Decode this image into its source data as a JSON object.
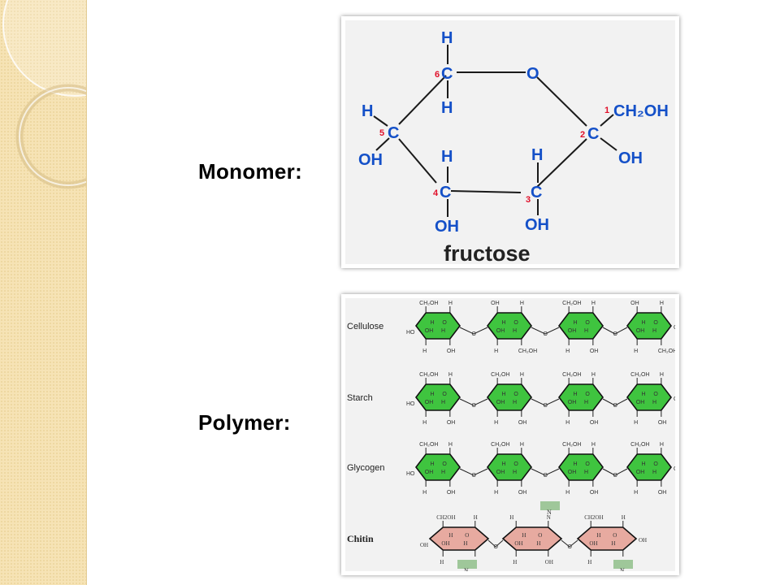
{
  "labels": {
    "monomer": "Monomer:",
    "polymer": "Polymer:"
  },
  "fructose": {
    "caption": "fructose",
    "atoms": {
      "c1_h": "H",
      "c6": "C",
      "ring_o": "O",
      "c6_h": "H",
      "c5_h": "H",
      "c5": "C",
      "c5_oh": "OH",
      "c2": "C",
      "c2_sub": "CH₂OH",
      "c2_oh": "OH",
      "c4_h": "H",
      "c4": "C",
      "c4_oh": "OH",
      "c3_h": "H",
      "c3": "C",
      "c3_oh": "OH"
    },
    "numbers": {
      "n1": "1",
      "n2": "2",
      "n3": "3",
      "n4": "4",
      "n5": "5",
      "n6": "6"
    }
  },
  "polymers": {
    "rows": [
      {
        "name": "Cellulose"
      },
      {
        "name": "Starch"
      },
      {
        "name": "Glycogen"
      },
      {
        "name": "Chitin"
      }
    ],
    "ring_labels": {
      "ch2oh_a": "CH₂OH",
      "ch2oh_b": "CH2OH",
      "h": "H",
      "oh": "OH",
      "o": "O",
      "ho": "HO",
      "n": "N"
    }
  },
  "colors": {
    "atom_blue": "#1450c8",
    "number_red": "#e0102a",
    "ring_green": "#3fc43f",
    "ring_pink": "#e7aaa0",
    "chitin_tag": "#9fc79a"
  }
}
